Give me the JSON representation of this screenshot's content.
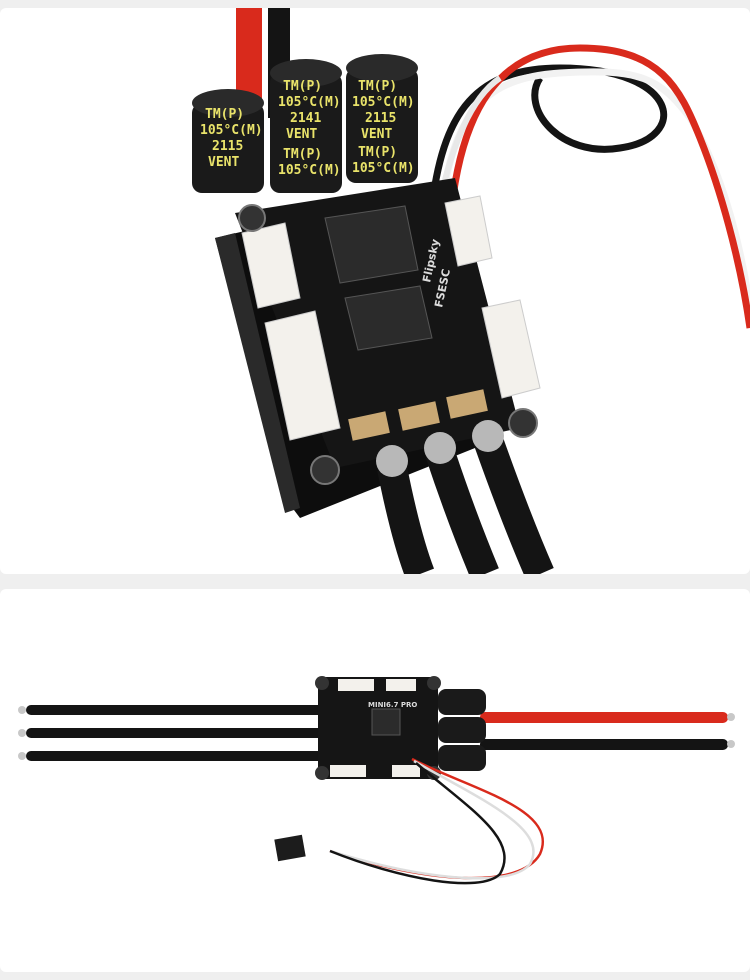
{
  "colors": {
    "background": "#efefef",
    "panel": "#ffffff",
    "pcb": "#151515",
    "capacitor": "#1a1a1a",
    "capacitor_text": "#e9e36a",
    "wire_red": "#d92a1c",
    "wire_black": "#141414",
    "wire_white": "#f2f2f2",
    "connector": "#f3f1ec",
    "solder_pad": "#c9a874"
  },
  "capacitors": {
    "left": {
      "line1": "TM(P)",
      "line2": "105°C(M)",
      "line3": "2115",
      "line4": "VENT"
    },
    "middle": {
      "line1": "TM(P)",
      "line2": "105°C(M)",
      "line3": "2141",
      "line4": "VENT"
    },
    "right": {
      "line1": "TM(P)",
      "line2": "105°C(M)",
      "line3": "2115",
      "line4": "VENT"
    },
    "rear1": {
      "line1": "TM(P)",
      "line2": "105°C(M)"
    },
    "rear2": {
      "line1": "TM(P)",
      "line2": "105°C(M)"
    }
  },
  "pcb_silkscreen": {
    "brand": "Flipsky",
    "model": "FSESC",
    "model_alt": "MINI6.7 PRO"
  }
}
